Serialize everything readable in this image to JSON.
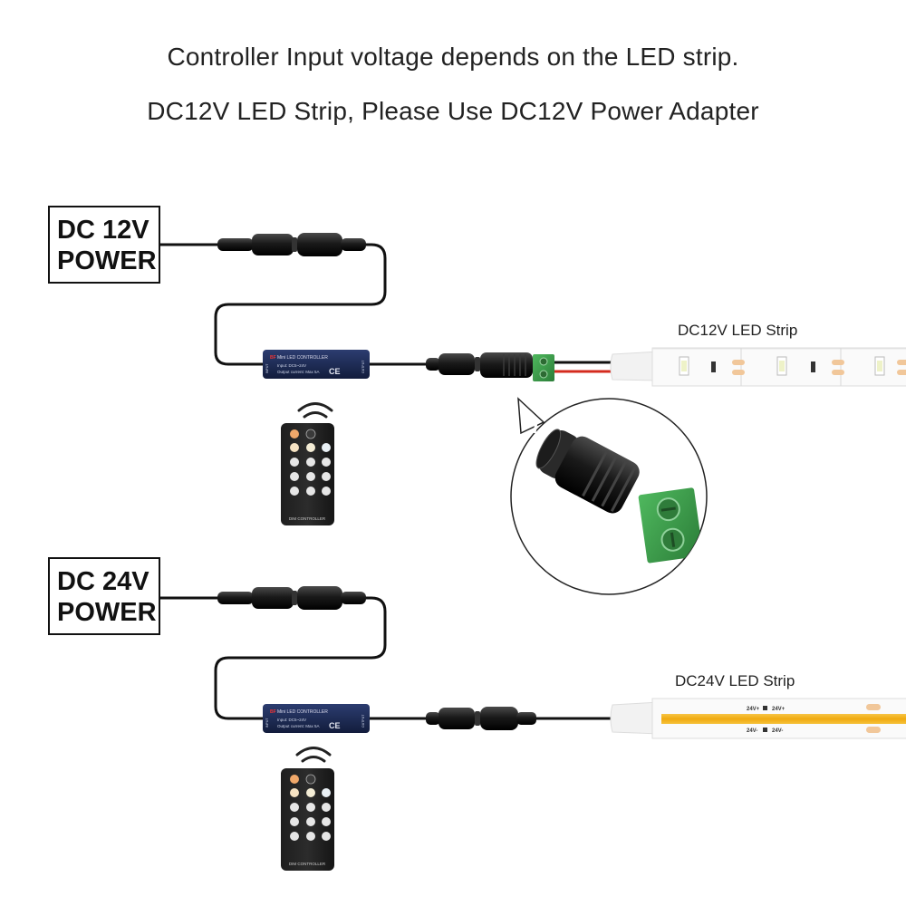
{
  "headline": {
    "line1": "Controller Input voltage depends on the LED strip.",
    "line2": "DC12V LED Strip, Please Use DC12V Power Adapter"
  },
  "setup_12v": {
    "power_label_line1": "DC 12V",
    "power_label_line2": "POWER",
    "strip_label": "DC12V LED Strip"
  },
  "setup_24v": {
    "power_label_line1": "DC 24V",
    "power_label_line2": "POWER",
    "strip_label": "DC24V LED Strip",
    "strip_marking_plus": "24V+",
    "strip_marking_minus": "24V-"
  },
  "controller": {
    "title": "Mini LED CONTROLLER",
    "input": "Input: DC5~24V",
    "output": "Output current: Max 5A",
    "ce_mark": "CE",
    "input_side": "INPUT",
    "output_side": "OUTPUT"
  },
  "remote": {
    "label": "DIM CONTROLLER"
  },
  "colors": {
    "cable": "#111111",
    "controller_body": "#1b2a55",
    "terminal_green": "#3a9a4a",
    "wire_red": "#d42b1e",
    "strip_white": "#f6f6f6",
    "cob_yellow": "#f2b21c"
  },
  "icons": [
    "wireless-signal-icon",
    "dc-barrel-jack-icon",
    "screw-terminal-icon",
    "led-chip-icon"
  ]
}
